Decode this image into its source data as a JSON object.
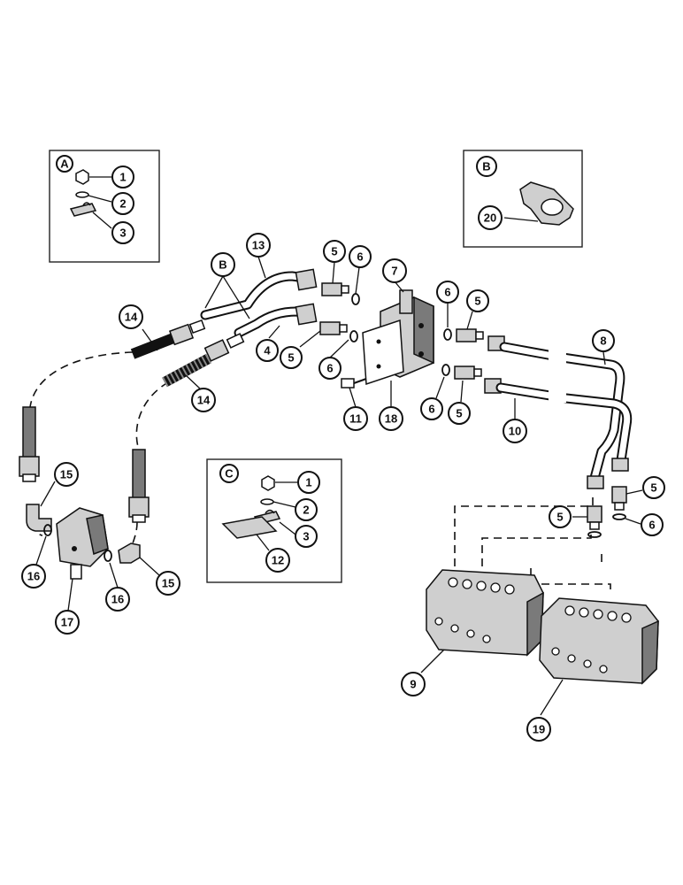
{
  "insets": {
    "a": {
      "letter": "A"
    },
    "b": {
      "letter": "B"
    },
    "c": {
      "letter": "C"
    }
  },
  "callouts": {
    "a1": "1",
    "a2": "2",
    "a3": "3",
    "b20": "20",
    "c1": "1",
    "c2": "2",
    "c3": "3",
    "c12": "12",
    "m13": "13",
    "mB": "B",
    "m5a": "5",
    "m6a": "6",
    "m7": "7",
    "m14a": "14",
    "m4": "4",
    "m5b": "5",
    "m6b": "6",
    "m6c": "6",
    "m5c": "5",
    "m8": "8",
    "m14b": "14",
    "m11": "11",
    "m18": "18",
    "m6d": "6",
    "m5d": "5",
    "m10": "10",
    "m15a": "15",
    "m15b": "15",
    "m16a": "16",
    "m16b": "16",
    "m17": "17",
    "m5e": "5",
    "m5f": "5",
    "m6e": "6",
    "m9": "9",
    "m19": "19"
  }
}
